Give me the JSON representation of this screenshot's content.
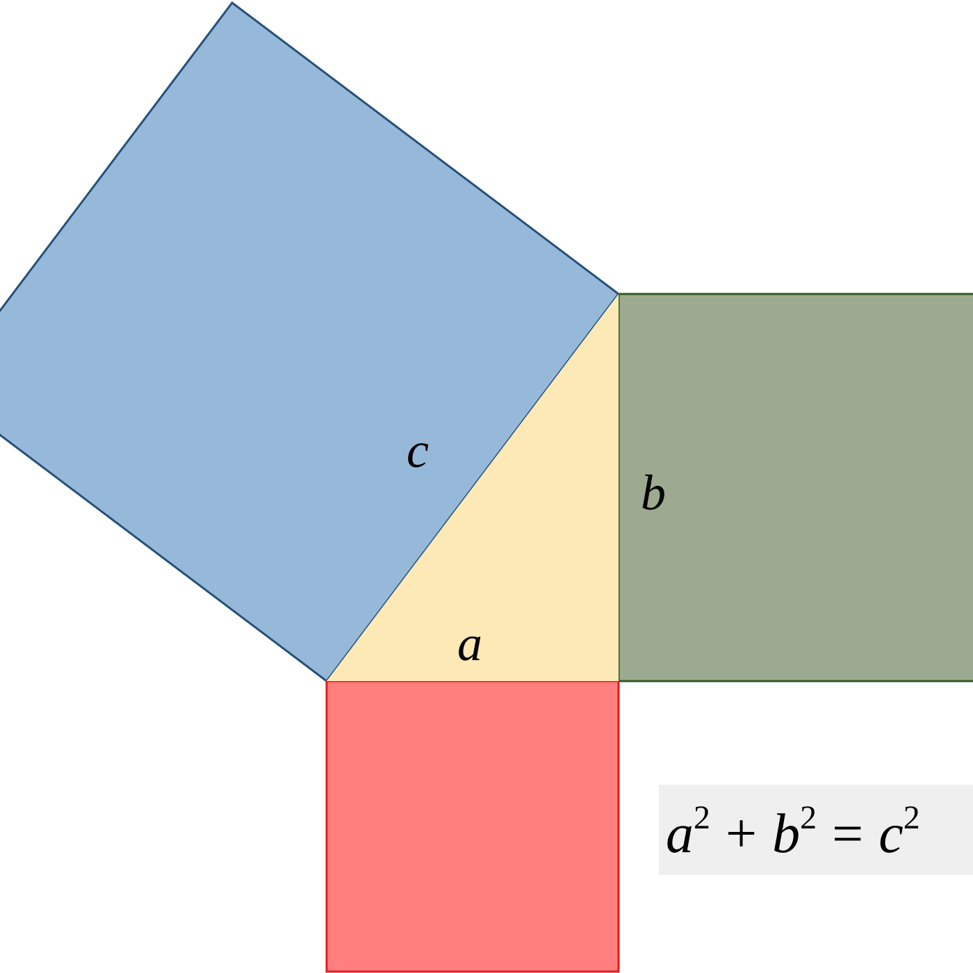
{
  "colors": {
    "square_c_fill": "#97b9d9",
    "square_c_stroke": "#25507a",
    "square_b_fill": "#9cab8f",
    "square_b_stroke": "#2e5a23",
    "square_a_fill": "#ff7f7f",
    "square_a_stroke": "#e8191b",
    "triangle_fill": "#fde9b6",
    "formula_background": "#efefef"
  },
  "labels": {
    "side_a": "a",
    "side_b": "b",
    "side_c": "c"
  },
  "formula": {
    "term1_var": "a",
    "term1_exp": "2",
    "plus": "+",
    "term2_var": "b",
    "term2_exp": "2",
    "equals": "=",
    "term3_var": "c",
    "term3_exp": "2"
  }
}
